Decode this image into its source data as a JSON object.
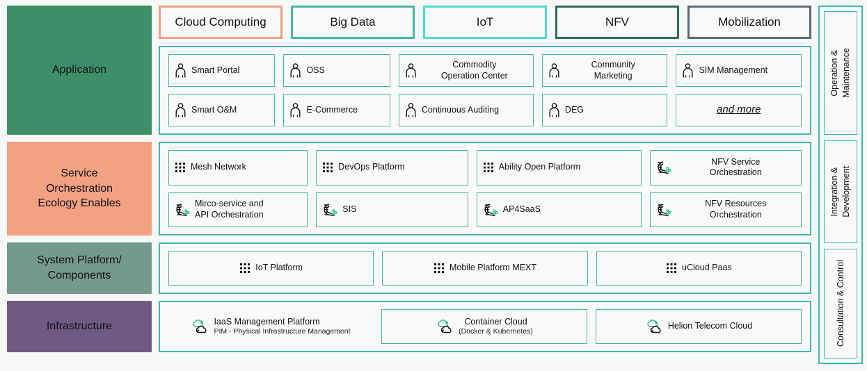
{
  "theme": {
    "accent_teal": "#46b8a4",
    "panel_bg": "#fafafa",
    "page_bg": "#f7f8f8",
    "layer_application_color": "#3e8e6a",
    "layer_service_color": "#f2a183",
    "layer_platform_color": "#74998f",
    "layer_infrastructure_color": "#6f5b82"
  },
  "layers": [
    {
      "id": "application",
      "label": "Application"
    },
    {
      "id": "service",
      "label": "Service\nOrchestration\nEcology Enables"
    },
    {
      "id": "platform",
      "label": "System Platform/\nComponents"
    },
    {
      "id": "infrastructure",
      "label": "Infrastructure"
    }
  ],
  "layer_labels": {
    "application": "Application",
    "service_line1": "Service",
    "service_line2": "Orchestration",
    "service_line3": "Ecology Enables",
    "platform_line1": "System Platform/",
    "platform_line2": "Components",
    "infrastructure": "Infrastructure"
  },
  "tags": [
    {
      "label": "Cloud Computing",
      "color": "#f0a185"
    },
    {
      "label": "Big Data",
      "color": "#46b8a4"
    },
    {
      "label": "IoT",
      "color": "#4ddbd2"
    },
    {
      "label": "NFV",
      "color": "#2f6b58"
    },
    {
      "label": "Mobilization",
      "color": "#5c6b77"
    }
  ],
  "application": {
    "row1": [
      {
        "label": "Smart Portal",
        "icon": "person-icon",
        "align": "lead"
      },
      {
        "label": "OSS",
        "icon": "person-icon",
        "align": "lead"
      },
      {
        "label": "Commodity\nOperation Center",
        "icon": "person-icon",
        "align": "center"
      },
      {
        "label": "Community\nMarketing",
        "icon": "person-icon",
        "align": "center"
      },
      {
        "label": "SIM Management",
        "icon": "person-icon",
        "align": "lead"
      }
    ],
    "row2": [
      {
        "label": "Smart O&M",
        "icon": "person-icon",
        "align": "lead"
      },
      {
        "label": "E-Commerce",
        "icon": "person-icon",
        "align": "lead"
      },
      {
        "label": "Continuous Auditing",
        "icon": "person-icon",
        "align": "lead"
      },
      {
        "label": "DEG",
        "icon": "person-icon",
        "align": "lead"
      },
      {
        "label": "and more",
        "icon": "none",
        "align": "center",
        "style": "italic-underline"
      }
    ]
  },
  "service": {
    "row1": [
      {
        "label": "Mesh Network",
        "icon": "grid-icon"
      },
      {
        "label": "DevOps Platform",
        "icon": "grid-icon"
      },
      {
        "label": "Ability Open Platform",
        "icon": "grid-icon"
      },
      {
        "label": "NFV Service\nOrchestration",
        "icon": "orchestration-icon",
        "align": "center"
      }
    ],
    "row2": [
      {
        "label": "Mirco-service and\nAPI Orchestration",
        "icon": "orchestration-icon",
        "align": "lead"
      },
      {
        "label": "SIS",
        "icon": "orchestration-icon"
      },
      {
        "label": "AP4SaaS",
        "icon": "orchestration-icon"
      },
      {
        "label": "NFV Resources\nOrchestration",
        "icon": "orchestration-icon",
        "align": "center"
      }
    ]
  },
  "platform": {
    "row1": [
      {
        "label": "IoT Platform",
        "icon": "grid-icon"
      },
      {
        "label": "Mobile Platform MEXT",
        "icon": "grid-icon"
      },
      {
        "label": "uCloud Paas",
        "icon": "grid-icon"
      }
    ]
  },
  "infrastructure": {
    "row1": [
      {
        "label": "IaaS Management Platform",
        "sub": "PIM - Physical Infrastructure Management",
        "icon": "cloud-icon",
        "bordered": false
      },
      {
        "label": "Container Cloud",
        "sub": "(Docker & Kubernetes)",
        "icon": "cloud-icon",
        "bordered": true
      },
      {
        "label": "Helion Telecom Cloud",
        "sub": "",
        "icon": "cloud-icon",
        "bordered": true
      }
    ]
  },
  "sidebar": {
    "panels": [
      {
        "label": "Operation &\nMaintenance"
      },
      {
        "label": "Integration &\nDevelopment"
      },
      {
        "label": "Consultation & Control"
      }
    ]
  }
}
